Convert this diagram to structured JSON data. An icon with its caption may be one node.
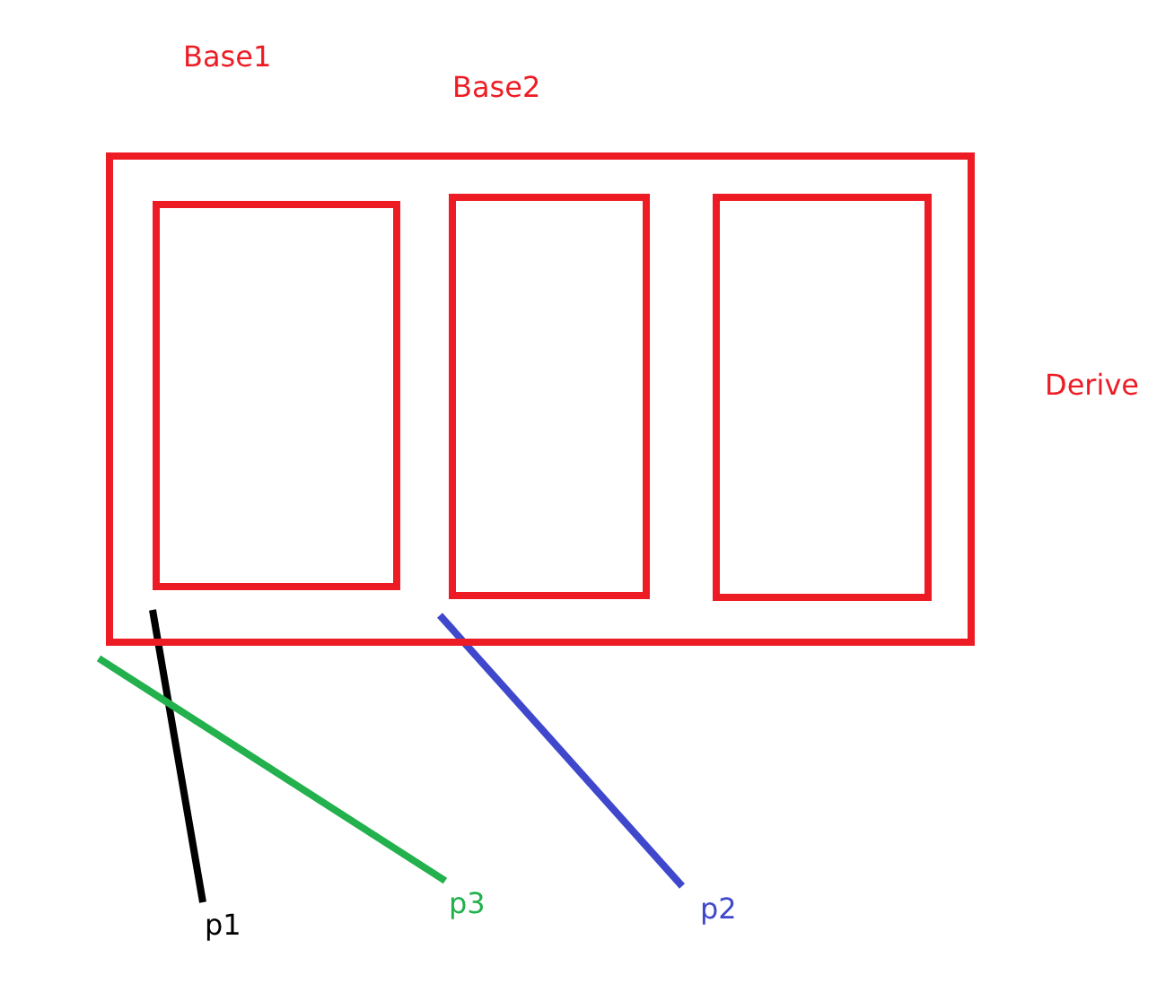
{
  "diagram": {
    "nodes": [
      {
        "text": [
          "Derive"
        ]
      },
      {
        "text": [
          "Base1"
        ],
        "in": 0
      },
      {
        "text": [
          "Base2"
        ],
        "in": 0
      },
      {
        "text": [],
        "shape": "box",
        "in": 0
      },
      {
        "text": [
          "p1"
        ]
      },
      {
        "text": [
          "p3"
        ]
      },
      {
        "text": [
          "p2"
        ]
      }
    ],
    "edges": [
      {
        "from": 4,
        "to": 1,
        "arrow": "none"
      },
      {
        "from": 5,
        "to": 0,
        "arrow": "none",
        "color": "#22b14c"
      },
      {
        "from": 6,
        "to": 2,
        "arrow": "none",
        "color": "#3f48cc"
      }
    ]
  }
}
